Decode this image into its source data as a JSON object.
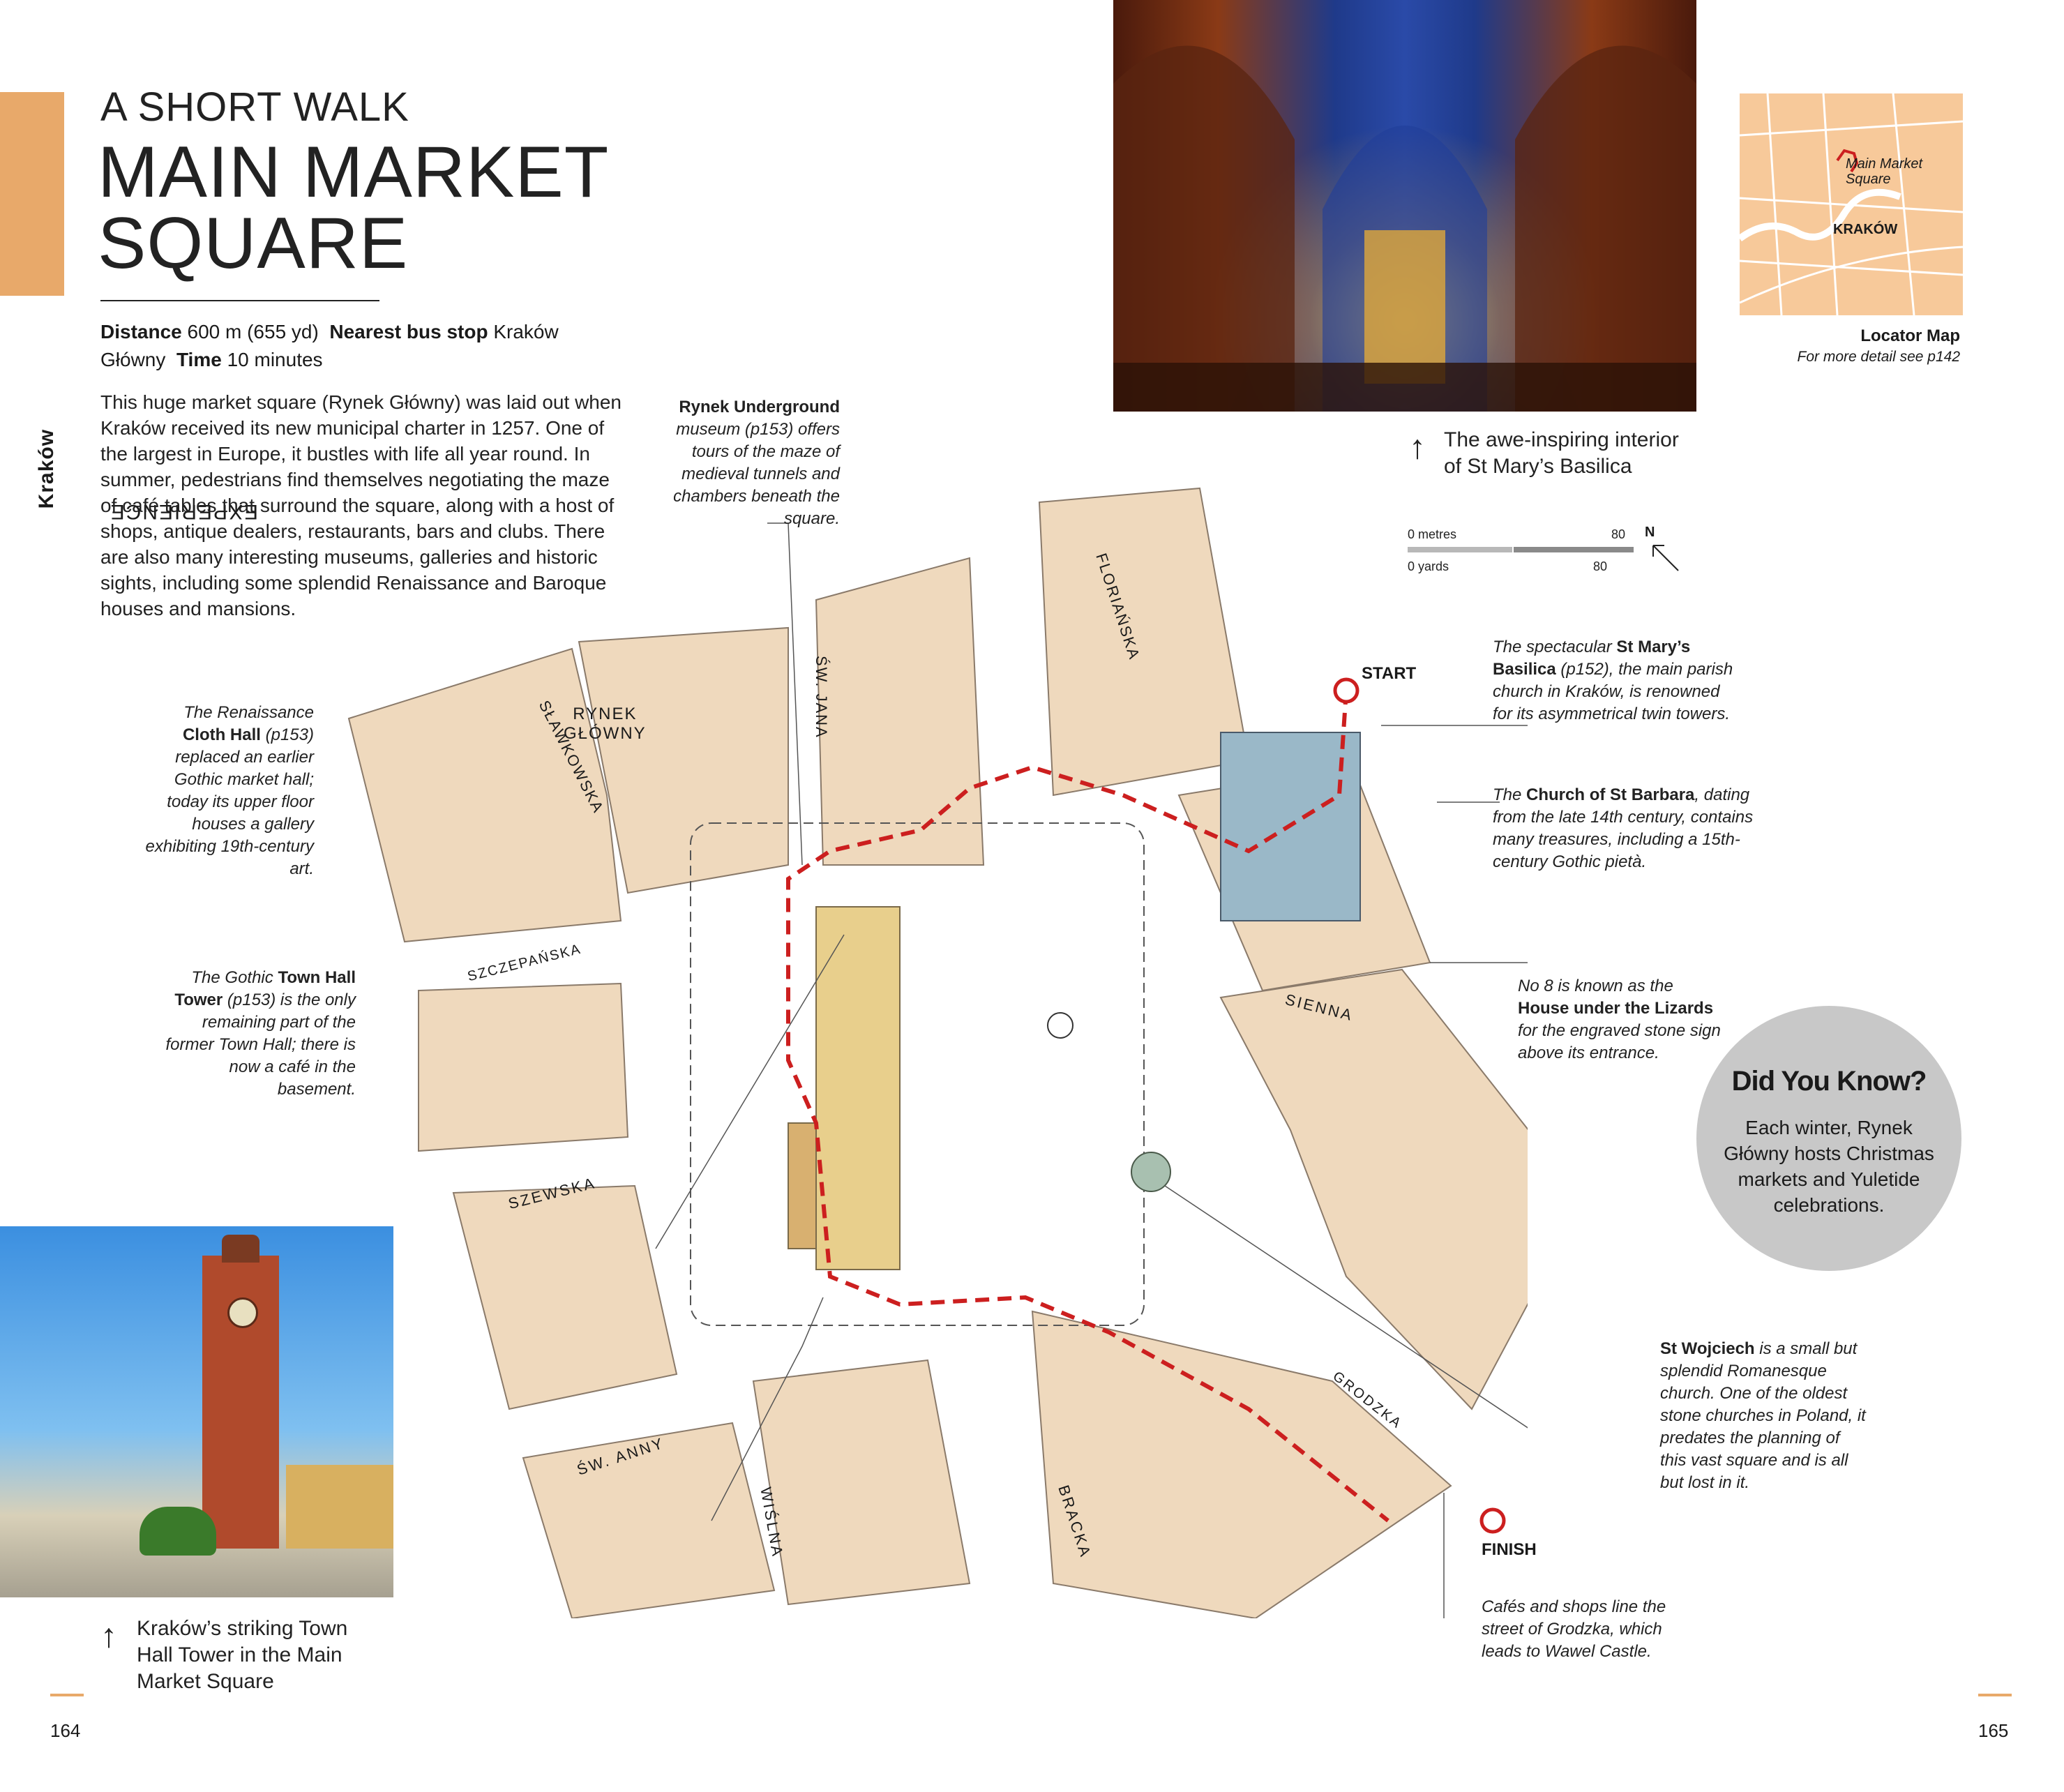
{
  "page": {
    "section_label": "EXPERIENCE",
    "section_city": "Kraków",
    "kicker": "A SHORT WALK",
    "title_line1": "MAIN MARKET",
    "title_line2": "SQUARE",
    "stats": {
      "distance_label": "Distance",
      "distance_value": "600 m (655 yd)",
      "bus_label": "Nearest bus stop",
      "bus_value": "Kraków Główny",
      "time_label": "Time",
      "time_value": "10 minutes"
    },
    "intro": "This huge market square (Rynek Główny) was laid out when Kraków received its new municipal charter in 1257. One of the largest in Europe, it bustles with life all year round. In summer, pedestrians find themselves negotiating the maze of café tables that surround the square, along with a host of shops, antique dealers, restaurants, bars and clubs. There are also many interesting museums, galleries and historic sights, including some splendid Renaissance and Baroque houses and mansions.",
    "page_left": "164",
    "page_right": "165"
  },
  "photos": {
    "interior_caption_1": "The awe-inspiring interior",
    "interior_caption_2": "of St Mary’s Basilica",
    "tower_caption_1": "Kraków’s striking Town",
    "tower_caption_2": "Hall Tower in the Main",
    "tower_caption_3": "Market Square"
  },
  "locator": {
    "place": "Main Market Square",
    "place_1": "Main Market",
    "place_2": "Square",
    "city": "KRAKÓW",
    "title": "Locator Map",
    "subtitle": "For more detail see p142"
  },
  "scale": {
    "metres_label": "0 metres",
    "metres_value": "80",
    "yards_label": "0 yards",
    "yards_value": "80",
    "north": "N"
  },
  "streets": {
    "slawkowska": "SŁAWKOWSKA",
    "sw_jana": "ŚW. JANA",
    "florianska": "FLORIAŃSKA",
    "szczepanska": "SZCZEPAŃSKA",
    "sienna": "SIENNA",
    "szewska": "SZEWSKA",
    "sw_anny": "ŚW. ANNY",
    "wislna": "WIŚLNA",
    "bracka": "BRACKA",
    "grodzka": "GRODZKA",
    "square_1": "RYNEK",
    "square_2": "GŁÓWNY",
    "start": "START",
    "finish": "FINISH"
  },
  "annotations": {
    "underground_title": "Rynek Underground",
    "underground_text": "museum (p153) offers tours of the maze of medieval tunnels and chambers beneath the square.",
    "cloth_pre": "The Renaissance ",
    "cloth_title": "Cloth Hall",
    "cloth_text": " (p153) replaced an earlier Gothic market hall; today its upper floor houses a gallery exhibiting 19th-century art.",
    "townhall_pre": "The Gothic ",
    "townhall_title": "Town Hall Tower",
    "townhall_text": " (p153) is the only remaining part of the former Town Hall; there is now a café in the basement.",
    "stmary_pre": "The spectacular ",
    "stmary_title": "St Mary’s Basilica",
    "stmary_text": " (p152), the main parish church in Kraków, is renowned for its asymmetrical twin towers.",
    "barbara_pre": "The ",
    "barbara_title": "Church of St Barbara",
    "barbara_text": ", dating from the late 14th century, contains many treasures, including a 15th-century Gothic pietà.",
    "lizards_pre": "No 8 is known as the ",
    "lizards_title": "House under the Lizards",
    "lizards_text": " for the engraved stone sign above its entrance.",
    "wojciech_title": "St Wojciech",
    "wojciech_text": " is a small but splendid Romanesque church. One of the oldest stone churches in Poland, it predates the planning of this vast square and is all but lost in it.",
    "grodzka_text": "Cafés and shops line the street of Grodzka, which leads to Wawel Castle."
  },
  "did_you_know": {
    "heading": "Did You Know?",
    "text": "Each winter, Rynek Główny hosts Christmas markets and Yuletide celebrations."
  },
  "colors": {
    "accent": "#e8a96a",
    "route": "#cc1f1f",
    "locator_bg": "#f7c99a",
    "didyou_bg": "#c8c8c8"
  }
}
